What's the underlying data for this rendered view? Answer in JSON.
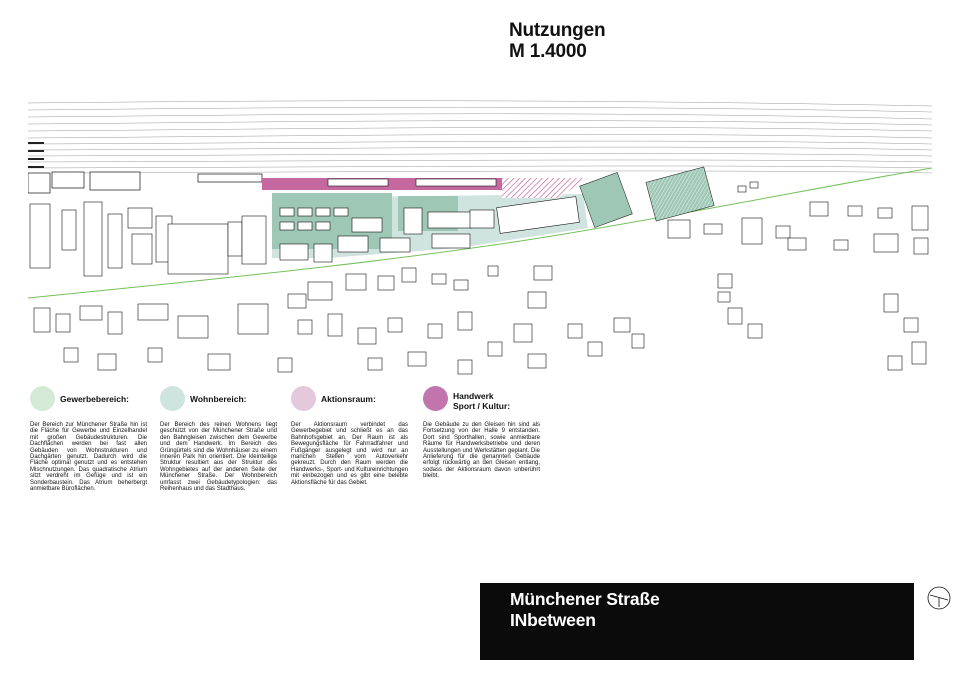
{
  "title": {
    "line1": "Nutzungen",
    "line2": "M 1.4000"
  },
  "colors": {
    "gewerbe": "#d4ead7",
    "wohn": "#cfe4df",
    "aktion": "#e4c9dd",
    "handwerk": "#c275ad",
    "plan_green_area": "#9ec7b5",
    "plan_magenta": "#c4689f",
    "railway_green": "#74c15a"
  },
  "legend": [
    {
      "label": "Gewerbebereich:",
      "text": "Der Bereich zur Münchener Straße hin ist die Fläche für Gewerbe und Einzelhandel mit großen Gebäudestrukturen. Die Dachflächen werden bei fast allen Gebäuden von Wohnstrukturen und Dachgärten genutzt. Dadurch wird die Fläche optimal genutzt und es entstehen Mischnutzungen. Das quadratische Atrium sitzt verdreht im Gefüge und ist ein Sonderbaustein. Das Atrium beherbergt anmietbare Büroflächen."
    },
    {
      "label": "Wohnbereich:",
      "text": "Der Bereich des reinen Wohnens liegt geschützt von der Münchener Straße und den Bahngleisen zwischen dem Gewerbe und dem Handwerk. Im Bereich des Grüngürtels sind die Wohnhäuser zu einem inneren Park hin orientiert. Die kleinteilige Struktur resultiert aus der Struktur des Wohngebietes auf der anderen Seite der Münchener Straße. Der Wohnbereich umfasst zwei Gebäudetypologien: das Reihenhaus und das Stadthaus."
    },
    {
      "label": "Aktionsraum:",
      "text": "Der Aktionsraum verbindet das Gewerbegebiet und schließt es an das Bahnhofsgebiet an. Der Raum ist als Bewegungsfläche für Fahrradfahrer und Fußgänger ausgelegt und wird nur an manchen Stellen vom Autoverkehr gekreuzt. Durch den Raum werden die Handwerks-, Sport- und Kultureinrichtungen mit einbezogen und es gibt eine belebte Aktionsfläche für das Gebiet."
    },
    {
      "label": "Handwerk Sport / Kultur:",
      "label_line1": "Handwerk",
      "label_line2": "Sport / Kultur:",
      "text": "Die Gebäude zu den Gleisen hin sind als Fortsetzung von der Halle 9 entstanden. Dort sind Sporthallen, sowie anmietbare Räume für Handwerksbetriebe und deren Ausstellungen und Werkstätten geplant. Die Anlieferung für die genannten Gebäude erfolgt rückwärtig an den Gleisen entlang, sodass der Aktionsraum davon unberührt bleibt."
    }
  ],
  "banner": {
    "line1": "Münchener Straße",
    "line2": "INbetween",
    "background": "#0b0b0b"
  },
  "icons": {
    "north_arrow": "north-arrow-icon"
  }
}
